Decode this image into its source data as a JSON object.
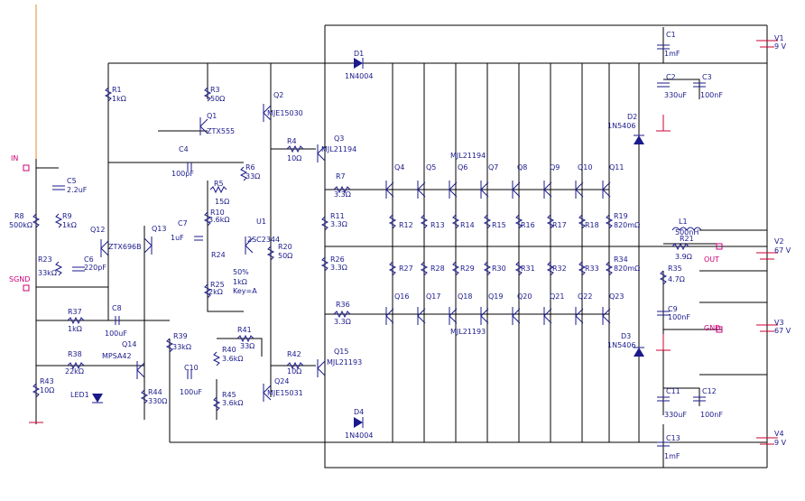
{
  "colors": {
    "component_text": "#1a1a8c",
    "port_text": "#cc0077",
    "input_wire": "#e08a2a",
    "ground": "#cc0033"
  },
  "labels": [
    {
      "id": "IN",
      "text": "IN",
      "port": true
    },
    {
      "id": "SGND",
      "text": "SGND",
      "port": true
    },
    {
      "id": "OUT",
      "text": "OUT",
      "port": true
    },
    {
      "id": "GND",
      "text": "GND",
      "port": true
    },
    {
      "id": "R1",
      "text": "R1"
    },
    {
      "id": "R1v",
      "text": "1kΩ"
    },
    {
      "id": "R3",
      "text": "R3"
    },
    {
      "id": "R3v",
      "text": "50Ω"
    },
    {
      "id": "Q1",
      "text": "Q1"
    },
    {
      "id": "Q1v",
      "text": "ZTX555"
    },
    {
      "id": "Q2",
      "text": "Q2"
    },
    {
      "id": "Q2v",
      "text": "MJE15030"
    },
    {
      "id": "Q3",
      "text": "Q3"
    },
    {
      "id": "Q3v",
      "text": "MJL21194"
    },
    {
      "id": "R4",
      "text": "R4"
    },
    {
      "id": "R4v",
      "text": "10Ω"
    },
    {
      "id": "C4",
      "text": "C4"
    },
    {
      "id": "C4v",
      "text": "100pF"
    },
    {
      "id": "R6",
      "text": "R6"
    },
    {
      "id": "R6v",
      "text": "33Ω"
    },
    {
      "id": "R5",
      "text": "R5"
    },
    {
      "id": "R5v",
      "text": "15Ω"
    },
    {
      "id": "R10",
      "text": "R10"
    },
    {
      "id": "R10v",
      "text": "3.6kΩ"
    },
    {
      "id": "U1",
      "text": "U1"
    },
    {
      "id": "U1v",
      "text": "2SC2344"
    },
    {
      "id": "C7",
      "text": "C7"
    },
    {
      "id": "C7v",
      "text": "1uF"
    },
    {
      "id": "R24",
      "text": "R24"
    },
    {
      "id": "R25",
      "text": "R25"
    },
    {
      "id": "R25v",
      "text": "2kΩ"
    },
    {
      "id": "pot",
      "text": "50%"
    },
    {
      "id": "potv",
      "text": "1kΩ"
    },
    {
      "id": "potk",
      "text": "Key=A"
    },
    {
      "id": "R20",
      "text": "R20"
    },
    {
      "id": "R20v",
      "text": "50Ω"
    },
    {
      "id": "C5",
      "text": "C5"
    },
    {
      "id": "C5v",
      "text": "2.2uF"
    },
    {
      "id": "R8",
      "text": "R8"
    },
    {
      "id": "R8v",
      "text": "500kΩ"
    },
    {
      "id": "R9",
      "text": "R9"
    },
    {
      "id": "R9v",
      "text": "1kΩ"
    },
    {
      "id": "R23",
      "text": "R23"
    },
    {
      "id": "R23v",
      "text": "33kΩ"
    },
    {
      "id": "C6",
      "text": "C6"
    },
    {
      "id": "C6v",
      "text": "220pF"
    },
    {
      "id": "Q12",
      "text": "Q12"
    },
    {
      "id": "Q13",
      "text": "Q13"
    },
    {
      "id": "Q13v",
      "text": "ZTX696B"
    },
    {
      "id": "R37",
      "text": "R37"
    },
    {
      "id": "R37v",
      "text": "1kΩ"
    },
    {
      "id": "C8",
      "text": "C8"
    },
    {
      "id": "C8v",
      "text": "100uF"
    },
    {
      "id": "R38",
      "text": "R38"
    },
    {
      "id": "R38v",
      "text": "22kΩ"
    },
    {
      "id": "Q14",
      "text": "Q14"
    },
    {
      "id": "Q14v",
      "text": "MPSA42"
    },
    {
      "id": "R39",
      "text": "R39"
    },
    {
      "id": "R39v",
      "text": "33kΩ"
    },
    {
      "id": "R43",
      "text": "R43"
    },
    {
      "id": "R43v",
      "text": "10Ω"
    },
    {
      "id": "LED1",
      "text": "LED1"
    },
    {
      "id": "R44",
      "text": "R44"
    },
    {
      "id": "R44v",
      "text": "330Ω"
    },
    {
      "id": "C10",
      "text": "C10"
    },
    {
      "id": "C10v",
      "text": "100uF"
    },
    {
      "id": "R40",
      "text": "R40"
    },
    {
      "id": "R40v",
      "text": "3.6kΩ"
    },
    {
      "id": "R41",
      "text": "R41"
    },
    {
      "id": "R41v",
      "text": "33Ω"
    },
    {
      "id": "R45",
      "text": "R45"
    },
    {
      "id": "R45v",
      "text": "3.6kΩ"
    },
    {
      "id": "R42",
      "text": "R42"
    },
    {
      "id": "R42v",
      "text": "10Ω"
    },
    {
      "id": "Q15",
      "text": "Q15"
    },
    {
      "id": "Q15v",
      "text": "MJL21193"
    },
    {
      "id": "Q24",
      "text": "Q24"
    },
    {
      "id": "Q24v",
      "text": "MJE15031"
    },
    {
      "id": "D1",
      "text": "D1"
    },
    {
      "id": "D1v",
      "text": "1N4004"
    },
    {
      "id": "D4",
      "text": "D4"
    },
    {
      "id": "D4v",
      "text": "1N4004"
    },
    {
      "id": "R7",
      "text": "R7"
    },
    {
      "id": "R7v",
      "text": "3.3Ω"
    },
    {
      "id": "R11",
      "text": "R11"
    },
    {
      "id": "R11v",
      "text": "3.3Ω"
    },
    {
      "id": "R26",
      "text": "R26"
    },
    {
      "id": "R26v",
      "text": "3.3Ω"
    },
    {
      "id": "R36",
      "text": "R36"
    },
    {
      "id": "R36v",
      "text": "3.3Ω"
    },
    {
      "id": "Q4",
      "text": "Q4"
    },
    {
      "id": "Q5",
      "text": "Q5"
    },
    {
      "id": "Q6",
      "text": "Q6"
    },
    {
      "id": "Q7",
      "text": "Q7"
    },
    {
      "id": "Q8",
      "text": "Q8"
    },
    {
      "id": "Q9",
      "text": "Q9"
    },
    {
      "id": "Q10",
      "text": "Q10"
    },
    {
      "id": "Q11",
      "text": "Q11"
    },
    {
      "id": "MJLtop",
      "text": "MJL21194"
    },
    {
      "id": "R12",
      "text": "R12"
    },
    {
      "id": "R13",
      "text": "R13"
    },
    {
      "id": "R14",
      "text": "R14"
    },
    {
      "id": "R15",
      "text": "R15"
    },
    {
      "id": "R16",
      "text": "R16"
    },
    {
      "id": "R17",
      "text": "R17"
    },
    {
      "id": "R18",
      "text": "R18"
    },
    {
      "id": "R19",
      "text": "R19"
    },
    {
      "id": "R19v",
      "text": "820mΩ"
    },
    {
      "id": "R27",
      "text": "R27"
    },
    {
      "id": "R28",
      "text": "R28"
    },
    {
      "id": "R29",
      "text": "R29"
    },
    {
      "id": "R30",
      "text": "R30"
    },
    {
      "id": "R31",
      "text": "R31"
    },
    {
      "id": "R32",
      "text": "R32"
    },
    {
      "id": "R33",
      "text": "R33"
    },
    {
      "id": "R34",
      "text": "R34"
    },
    {
      "id": "R34v",
      "text": "820mΩ"
    },
    {
      "id": "Q16",
      "text": "Q16"
    },
    {
      "id": "Q17",
      "text": "Q17"
    },
    {
      "id": "Q18",
      "text": "Q18"
    },
    {
      "id": "Q19",
      "text": "Q19"
    },
    {
      "id": "Q20",
      "text": "Q20"
    },
    {
      "id": "Q21",
      "text": "Q21"
    },
    {
      "id": "Q22",
      "text": "Q22"
    },
    {
      "id": "Q23",
      "text": "Q23"
    },
    {
      "id": "MJLbot",
      "text": "MJL21193"
    },
    {
      "id": "D2",
      "text": "D2"
    },
    {
      "id": "D2v",
      "text": "1N5406"
    },
    {
      "id": "D3",
      "text": "D3"
    },
    {
      "id": "D3v",
      "text": "1N5406"
    },
    {
      "id": "C1",
      "text": "C1"
    },
    {
      "id": "C1v",
      "text": "1mF"
    },
    {
      "id": "C2",
      "text": "C2"
    },
    {
      "id": "C2v",
      "text": "330uF"
    },
    {
      "id": "C3",
      "text": "C3"
    },
    {
      "id": "C3v",
      "text": "100nF"
    },
    {
      "id": "L1",
      "text": "L1"
    },
    {
      "id": "L1v",
      "text": "500nH"
    },
    {
      "id": "R21",
      "text": "R21"
    },
    {
      "id": "R21v",
      "text": "3.9Ω"
    },
    {
      "id": "R35",
      "text": "R35"
    },
    {
      "id": "R35v",
      "text": "4.7Ω"
    },
    {
      "id": "C9",
      "text": "C9"
    },
    {
      "id": "C9v",
      "text": "100nF"
    },
    {
      "id": "C11",
      "text": "C11"
    },
    {
      "id": "C11v",
      "text": "330uF"
    },
    {
      "id": "C12",
      "text": "C12"
    },
    {
      "id": "C12v",
      "text": "100nF"
    },
    {
      "id": "C13",
      "text": "C13"
    },
    {
      "id": "C13v",
      "text": "1mF"
    },
    {
      "id": "V1",
      "text": "V1"
    },
    {
      "id": "V1v",
      "text": "9 V"
    },
    {
      "id": "V2",
      "text": "V2"
    },
    {
      "id": "V2v",
      "text": "67 V"
    },
    {
      "id": "V3",
      "text": "V3"
    },
    {
      "id": "V3v",
      "text": "67 V"
    },
    {
      "id": "V4",
      "text": "V4"
    },
    {
      "id": "V4v",
      "text": "9 V"
    }
  ]
}
